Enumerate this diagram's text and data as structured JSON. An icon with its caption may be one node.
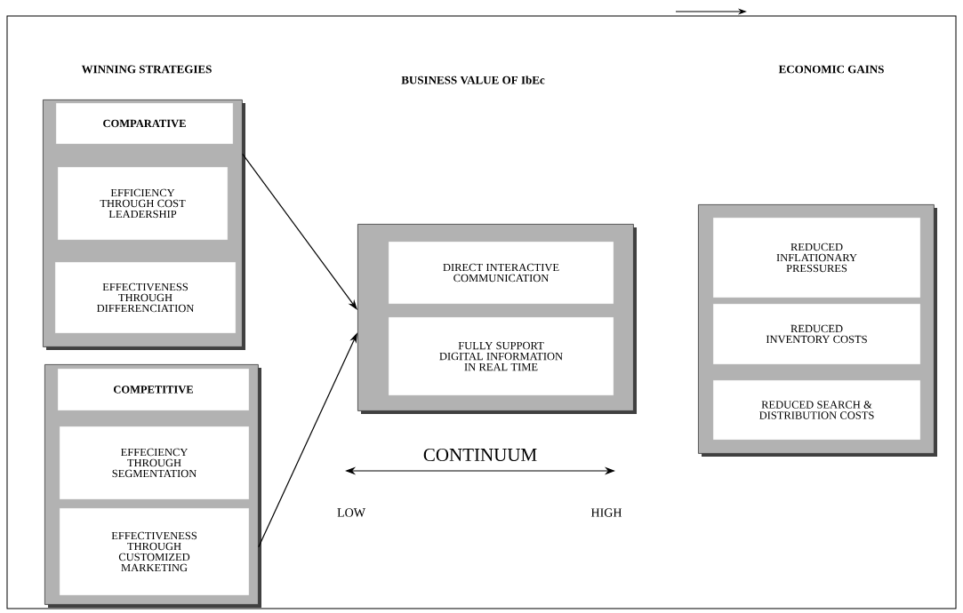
{
  "diagram": {
    "nodes": [
      {
        "text": [],
        "shape": "box"
      },
      {
        "text": [
          "COMPARATIVE"
        ],
        "in": 0
      },
      {
        "text": [
          "EFFICIENCY THROUGH COST LEADERSHIP"
        ],
        "in": 0
      },
      {
        "text": [
          "EFFECTIVENESS THROUGH DIFFERENCIATION"
        ],
        "in": 0
      },
      {
        "text": [],
        "shape": "box"
      },
      {
        "text": [
          "COMPETITIVE"
        ],
        "in": 4
      },
      {
        "text": [
          "EFFECIENCY THROUGH SEGMENTATION"
        ],
        "in": 4
      },
      {
        "text": [
          "EFFECTIVENESS THROUGH CUSTOMIZED MARKETING"
        ],
        "in": 4
      },
      {
        "text": [],
        "shape": "box"
      },
      {
        "text": [
          "DIRECT INTERACTIVE COMMUNICATION"
        ],
        "in": 8
      },
      {
        "text": [
          "FULLY SUPPORT DIGITAL INFORMATION IN REAL TIME"
        ],
        "in": 8
      },
      {
        "text": [],
        "shape": "box"
      },
      {
        "text": [
          "REDUCED INFLATIONARY PRESSURES"
        ],
        "in": 11
      },
      {
        "text": [
          "REDUCED INVENTORY COSTS"
        ],
        "in": 11
      },
      {
        "text": [
          "REDUCED SEARCH & DISTRIBUTION COSTS"
        ],
        "in": 11
      }
    ],
    "edges": [
      {
        "from": 0,
        "to": 8,
        "arrow": "to"
      },
      {
        "from": 4,
        "to": 8,
        "arrow": "to"
      }
    ],
    "labels": [
      "WINNING STRATEGIES",
      "BUSINESS VALUE OF IbEc",
      "ECONOMIC GAINS",
      "CONTINUUM",
      "LOW",
      "HIGH"
    ]
  }
}
